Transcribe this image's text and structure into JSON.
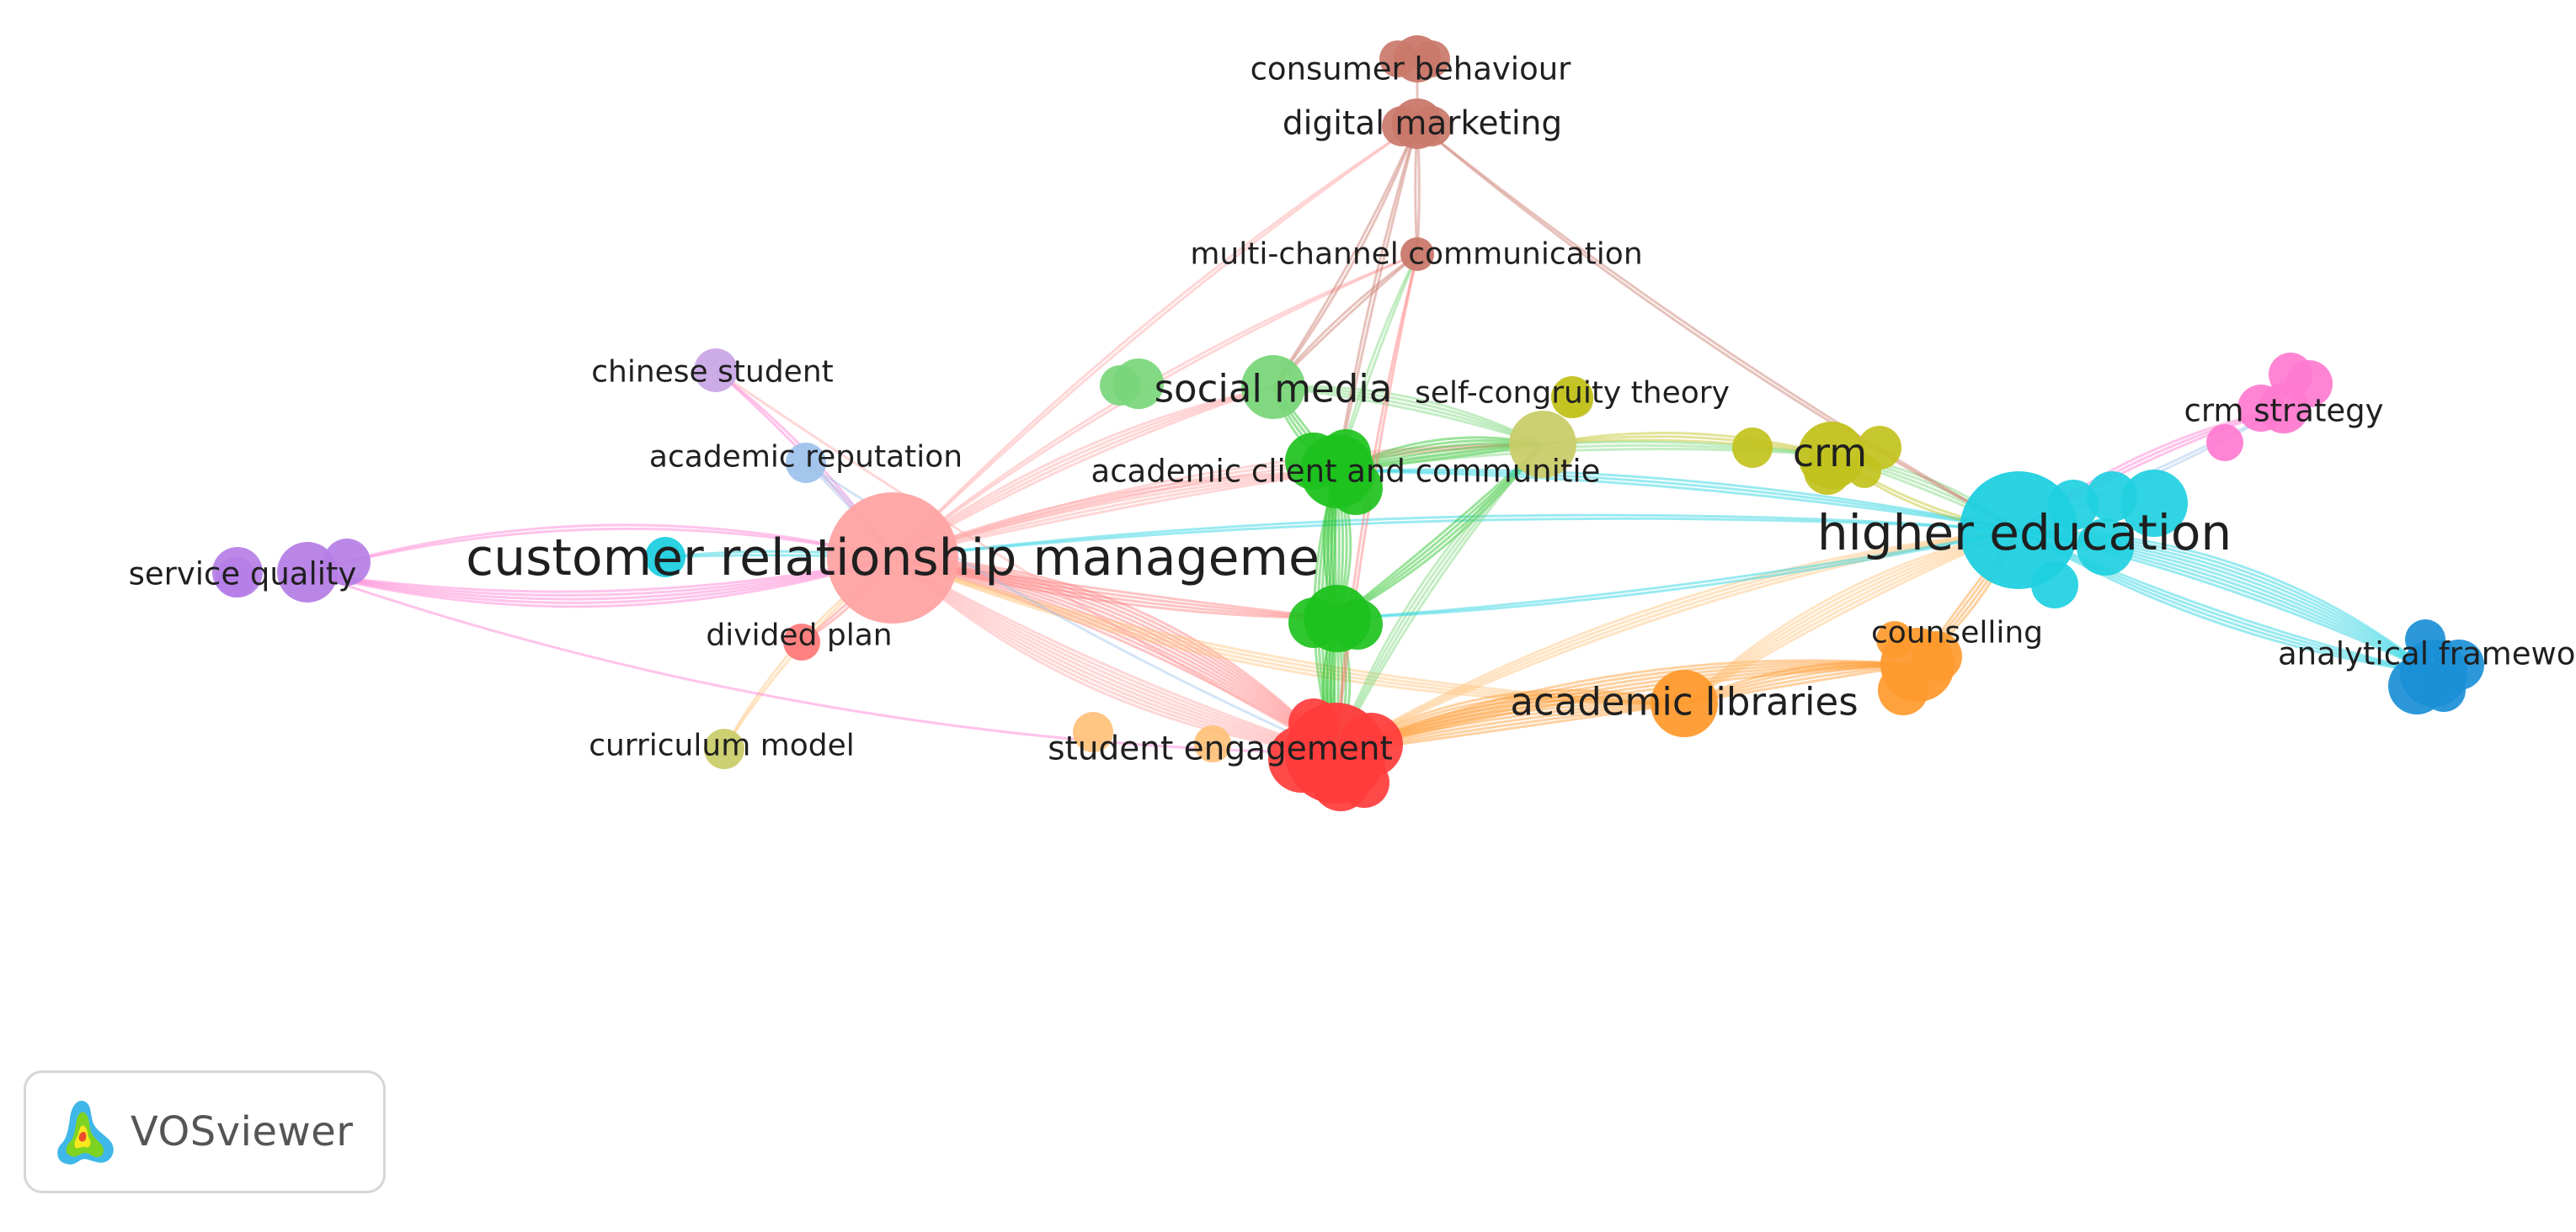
{
  "software": {
    "name": "VOSviewer",
    "logo_icon": "vosviewer-logo-icon"
  },
  "clusters": {
    "pink": "#ffa3a3",
    "red": "#ff3b3b",
    "green": "#1ec21e",
    "light_green": "#7ad67a",
    "yellow": "#c2c21e",
    "olive": "#c9cc6a",
    "cyan": "#1fd0e0",
    "blue": "#1a8fd6",
    "light_blue": "#9fc3ec",
    "orange": "#ff9a2e",
    "light_orange": "#ffc078",
    "brown": "#c9786a",
    "purple": "#b57ee6",
    "lavender": "#c9a6e6",
    "magenta": "#ff7ad0",
    "salmon": "#ff7a7a"
  },
  "nodes": [
    {
      "id": "crm_main",
      "label": "customer relationship manageme",
      "cluster": "pink",
      "weight": 10
    },
    {
      "id": "higher_education",
      "label": "higher education",
      "cluster": "cyan",
      "weight": 9
    },
    {
      "id": "social_media",
      "label": "social media",
      "cluster": "light_green",
      "weight": 5
    },
    {
      "id": "academic_client",
      "label": "academic client and communitie",
      "cluster": "green",
      "weight": 5
    },
    {
      "id": "green_hub",
      "label": "",
      "cluster": "green",
      "weight": 5
    },
    {
      "id": "student_engagement",
      "label": "student engagement",
      "cluster": "red",
      "weight": 6
    },
    {
      "id": "academic_libraries",
      "label": "academic libraries",
      "cluster": "orange",
      "weight": 6
    },
    {
      "id": "counselling",
      "label": "counselling",
      "cluster": "orange",
      "weight": 4
    },
    {
      "id": "crm",
      "label": "crm",
      "cluster": "yellow",
      "weight": 5
    },
    {
      "id": "self_congruity",
      "label": "self-congruity theory",
      "cluster": "yellow",
      "weight": 3
    },
    {
      "id": "yellow_hub",
      "label": "",
      "cluster": "olive",
      "weight": 5
    },
    {
      "id": "consumer_behaviour",
      "label": "consumer behaviour",
      "cluster": "brown",
      "weight": 3
    },
    {
      "id": "digital_marketing",
      "label": "digital marketing",
      "cluster": "brown",
      "weight": 3
    },
    {
      "id": "multi_channel",
      "label": "multi-channel communication",
      "cluster": "brown",
      "weight": 2
    },
    {
      "id": "chinese_student",
      "label": "chinese student",
      "cluster": "lavender",
      "weight": 2
    },
    {
      "id": "academic_reputation",
      "label": "academic reputation",
      "cluster": "light_blue",
      "weight": 2
    },
    {
      "id": "service_quality",
      "label": "service quality",
      "cluster": "purple",
      "weight": 4
    },
    {
      "id": "divided_plan",
      "label": "divided plan",
      "cluster": "salmon",
      "weight": 2
    },
    {
      "id": "curriculum_model",
      "label": "curriculum model",
      "cluster": "olive",
      "weight": 2
    },
    {
      "id": "crm_strategy",
      "label": "crm strategy",
      "cluster": "magenta",
      "weight": 3
    },
    {
      "id": "analytical_framework",
      "label": "analytical framework",
      "cluster": "blue",
      "weight": 4
    },
    {
      "id": "cyan_small",
      "label": "",
      "cluster": "cyan",
      "weight": 2
    }
  ]
}
